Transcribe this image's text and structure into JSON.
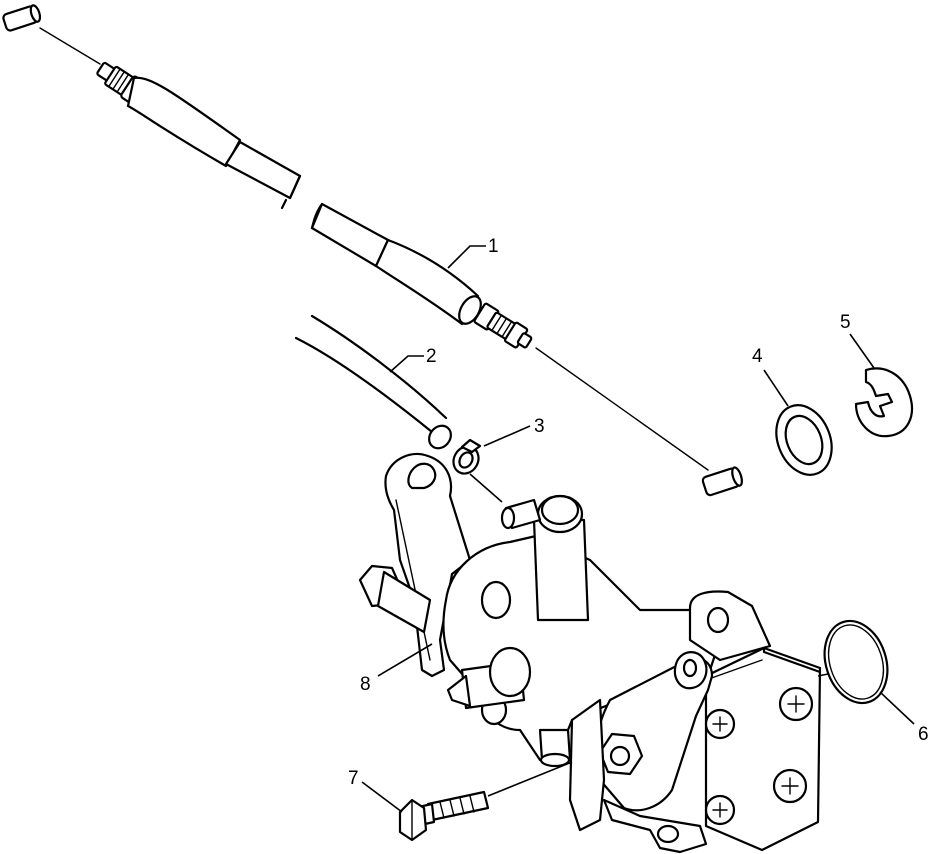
{
  "callouts": [
    {
      "id": "1",
      "label": "1"
    },
    {
      "id": "2",
      "label": "2"
    },
    {
      "id": "3",
      "label": "3"
    },
    {
      "id": "4",
      "label": "4"
    },
    {
      "id": "5",
      "label": "5"
    },
    {
      "id": "6",
      "label": "6"
    },
    {
      "id": "7",
      "label": "7"
    },
    {
      "id": "8",
      "label": "8"
    }
  ],
  "parts": [
    "cable",
    "hose",
    "hose-clamp",
    "washer",
    "e-clip",
    "o-ring",
    "bolt",
    "bracket",
    "pump-body"
  ]
}
